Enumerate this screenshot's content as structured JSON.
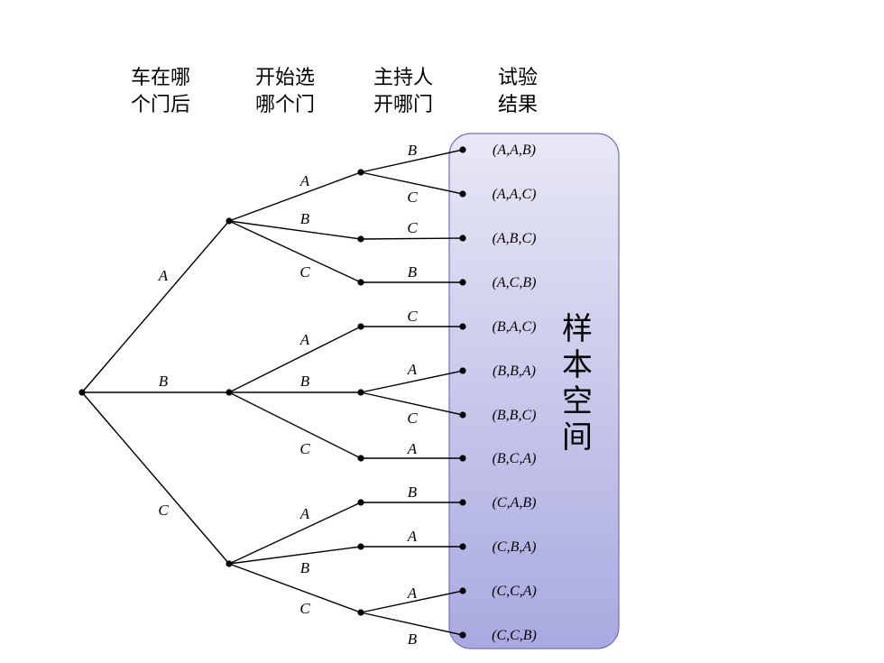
{
  "headers": [
    {
      "line1": "车在哪",
      "line2": "个门后"
    },
    {
      "line1": "开始选",
      "line2": "哪个门"
    },
    {
      "line1": "主持人",
      "line2": "开哪门"
    },
    {
      "line1": "试验",
      "line2": "结果"
    }
  ],
  "sample_space_label": [
    "样",
    "本",
    "空",
    "间"
  ],
  "colors": {
    "box_top": "#e8e8f6",
    "box_bottom": "#a9a9e0",
    "box_border": "#6f6fc4",
    "line": "#000000"
  },
  "tree": {
    "level1": [
      {
        "label": "A"
      },
      {
        "label": "B"
      },
      {
        "label": "C"
      }
    ],
    "level2": [
      {
        "label": "A"
      },
      {
        "label": "B"
      },
      {
        "label": "C"
      },
      {
        "label": "A"
      },
      {
        "label": "B"
      },
      {
        "label": "C"
      },
      {
        "label": "A"
      },
      {
        "label": "B"
      },
      {
        "label": "C"
      }
    ],
    "leaves": [
      {
        "host": "B",
        "outcome": "(A,A,B)"
      },
      {
        "host": "C",
        "outcome": "(A,A,C)"
      },
      {
        "host": "C",
        "outcome": "(A,B,C)"
      },
      {
        "host": "B",
        "outcome": "(A,C,B)"
      },
      {
        "host": "C",
        "outcome": "(B,A,C)"
      },
      {
        "host": "A",
        "outcome": "(B,B,A)"
      },
      {
        "host": "C",
        "outcome": "(B,B,C)"
      },
      {
        "host": "A",
        "outcome": "(B,C,A)"
      },
      {
        "host": "B",
        "outcome": "(C,A,B)"
      },
      {
        "host": "A",
        "outcome": "(C,B,A)"
      },
      {
        "host": "A",
        "outcome": "(C,C,A)"
      },
      {
        "host": "B",
        "outcome": "(C,C,B)"
      }
    ]
  }
}
